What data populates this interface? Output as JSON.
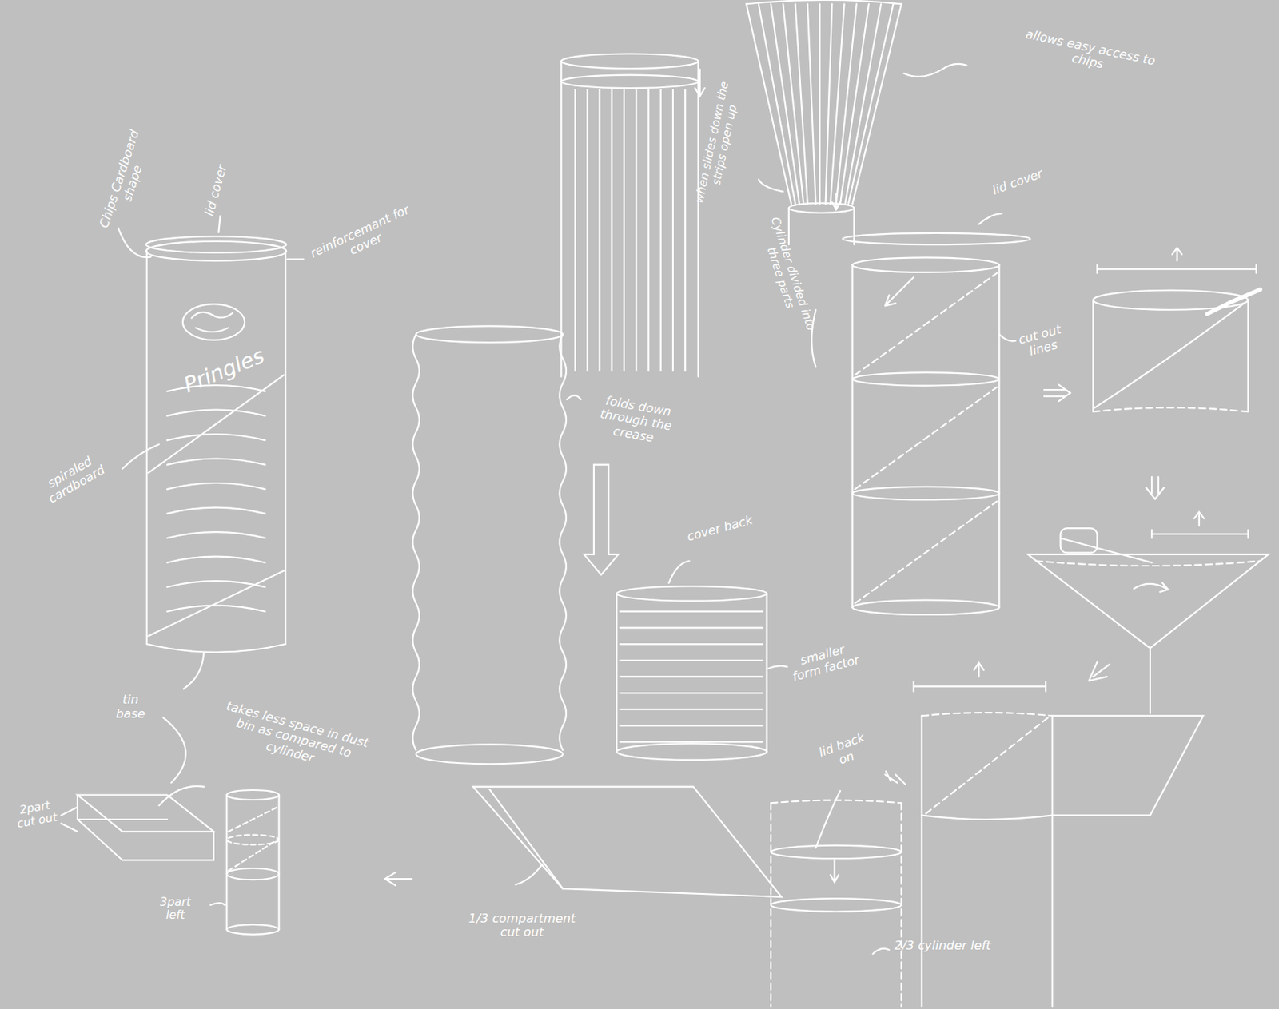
{
  "diagram": {
    "labels": [
      "Chips Cardboard shape",
      "lid cover",
      "reinforcemant for cover",
      "Pringles",
      "spiraled cardboard",
      "tin base",
      "takes less space in dust bin as compared to cylinder",
      "2part cut out",
      "3part left",
      "folds down through the crease",
      "when slides down the strips open up",
      "allows easy access to chips",
      "lid cover",
      "Cylinder divided into three parts",
      "cut out lines",
      "cover back",
      "smaller form factor",
      "lid back on",
      "1/3 compartment cut out",
      "2/3 cylinder left"
    ]
  }
}
